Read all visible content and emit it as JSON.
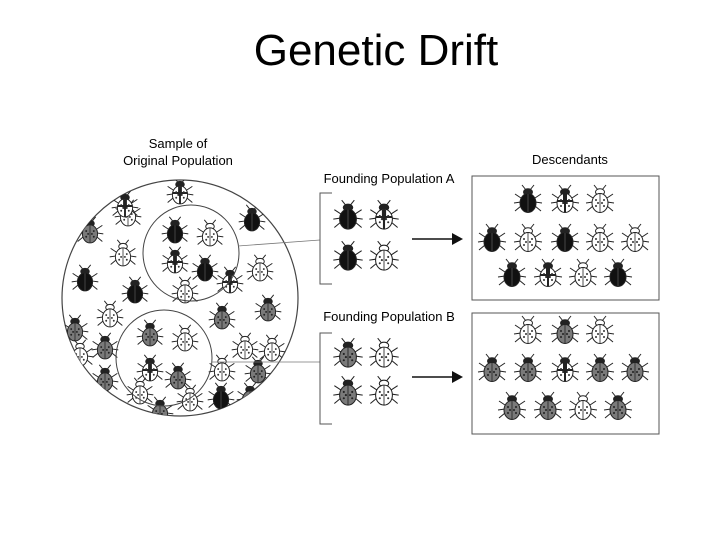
{
  "title": "Genetic Drift",
  "labels": {
    "sample": [
      "Sample of",
      "Original Population"
    ],
    "descendants": "Descendants",
    "founding_a": "Founding Population A",
    "founding_b": "Founding Population B"
  },
  "colors": {
    "black_beetle": "#111111",
    "gray_beetle": "#7a7a7a",
    "white_beetle": "#ffffff",
    "line": "#444444"
  },
  "beetle_types": [
    "black",
    "gray",
    "white",
    "mixed"
  ]
}
